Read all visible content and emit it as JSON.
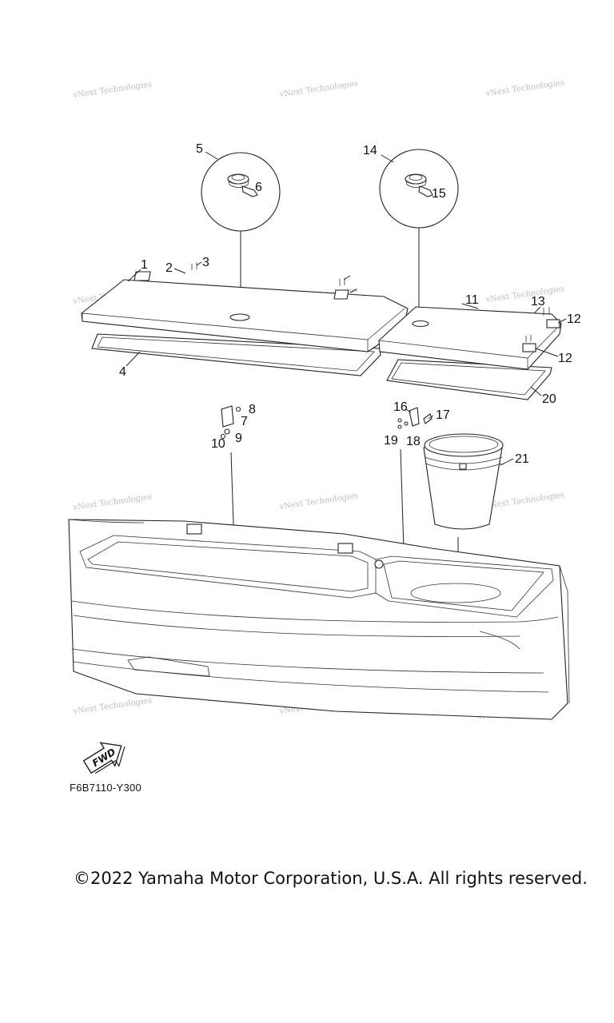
{
  "figure_code": "F6B7110-Y300",
  "copyright": "©2022 Yamaha Motor Corporation, U.S.A. All rights reserved.",
  "watermark": "vNext Technologies",
  "fwd_label": "FWD",
  "callouts": [
    "1",
    "2",
    "3",
    "4",
    "5",
    "6",
    "7",
    "8",
    "9",
    "10",
    "11",
    "12",
    "13",
    "14",
    "15",
    "16",
    "17",
    "18",
    "19",
    "20",
    "21"
  ]
}
